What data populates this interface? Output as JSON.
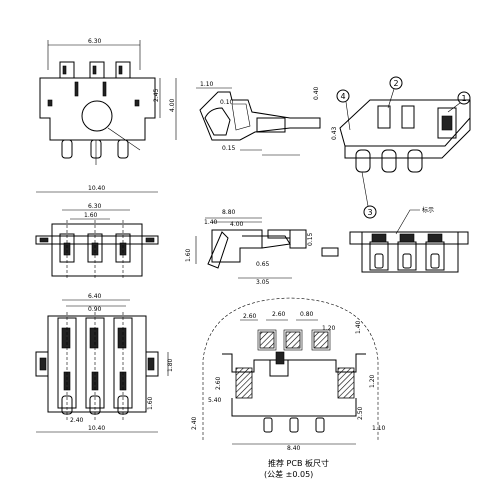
{
  "drawing": {
    "dimensions": {
      "top_view_width": "6.30",
      "top_view_right_a": "2.45",
      "top_view_right_b": "4.00",
      "side_a": "1.10",
      "side_b": "0.10",
      "side_c": "0.40",
      "side_d": "0.43",
      "side_e": "0.15",
      "front_overall": "10.40",
      "front_inner": "6.30",
      "front_pitch": "1.60",
      "mid_a": "8.80",
      "mid_b": "4.00",
      "mid_c": "1.40",
      "mid_d": "1.60",
      "mid_e": "0.65",
      "mid_f": "3.05",
      "bottom_a": "6.40",
      "bottom_b": "0.90",
      "bottom_c": "1.80",
      "bottom_d": "1.60",
      "bottom_e": "2.40",
      "bottom_f": "10.40",
      "pcb_a": "2.60",
      "pcb_b": "2.60",
      "pcb_c": "0.80",
      "pcb_d": "1.20",
      "pcb_e": "1.40",
      "pcb_f": "2.60",
      "pcb_g": "5.40",
      "pcb_h": "2.40",
      "pcb_i": "8.40",
      "pcb_j": "1.20",
      "pcb_k": "2.50",
      "pcb_l": "1.10"
    },
    "callouts": {
      "c1": "1",
      "c2": "2",
      "c3": "3",
      "c4": "4"
    },
    "notes": {
      "note_line1": "推荐 PCB 板尺寸",
      "note_line2": "(公差 ±0.05)",
      "label_flag": "标示"
    }
  }
}
